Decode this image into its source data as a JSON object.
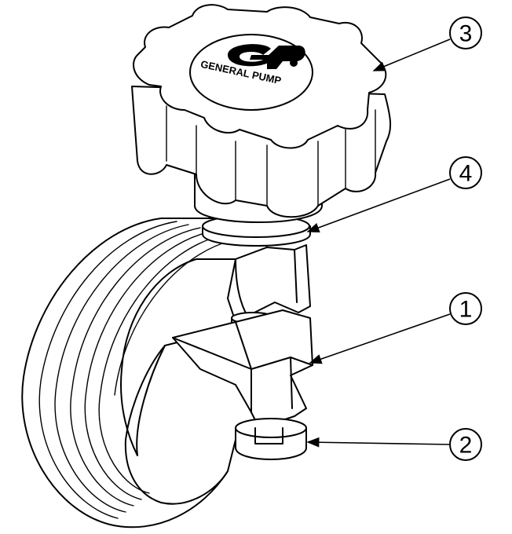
{
  "logo": {
    "text": "GENERAL PUMP",
    "mark": "GP"
  },
  "balloons": [
    {
      "id": "balloon-3",
      "label": "3"
    },
    {
      "id": "balloon-4",
      "label": "4"
    },
    {
      "id": "balloon-1",
      "label": "1"
    },
    {
      "id": "balloon-2",
      "label": "2"
    }
  ]
}
